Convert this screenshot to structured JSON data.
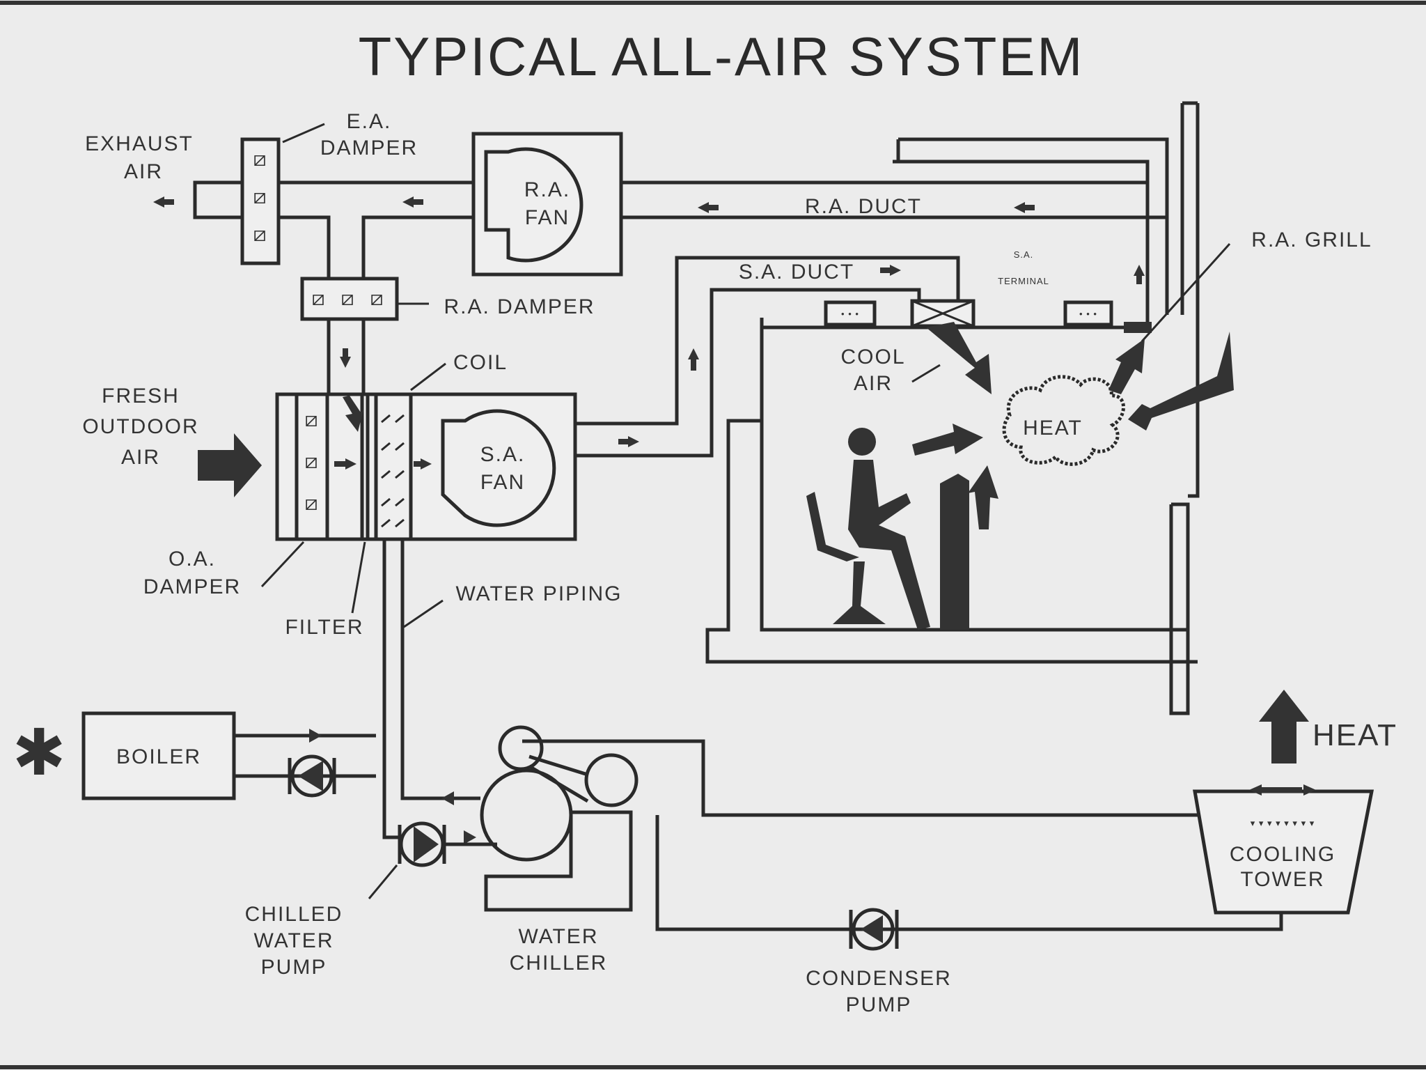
{
  "title": "TYPICAL ALL-AIR SYSTEM",
  "labels": {
    "exhaust_air": [
      "EXHAUST",
      "AIR"
    ],
    "ea_damper": [
      "E.A.",
      "DAMPER"
    ],
    "ra_fan": [
      "R.A.",
      "FAN"
    ],
    "ra_duct": "R.A. DUCT",
    "ra_grill": "R.A. GRILL",
    "sa_duct": "S.A. DUCT",
    "sa_terminal": [
      "S.A.",
      "TERMINAL"
    ],
    "ra_damper": "R.A. DAMPER",
    "coil": "COIL",
    "cool_air": [
      "COOL",
      "AIR"
    ],
    "fresh_outdoor_air": [
      "FRESH",
      "OUTDOOR",
      "AIR"
    ],
    "sa_fan": [
      "S.A.",
      "FAN"
    ],
    "heat_cloud": "HEAT",
    "oa_damper": [
      "O.A.",
      "DAMPER"
    ],
    "filter": "FILTER",
    "water_piping": "WATER PIPING",
    "boiler": "BOILER",
    "chilled_water_pump": [
      "CHILLED",
      "WATER",
      "PUMP"
    ],
    "water_chiller": [
      "WATER",
      "CHILLER"
    ],
    "condenser_pump": [
      "CONDENSER",
      "PUMP"
    ],
    "cooling_tower": [
      "COOLING",
      "TOWER"
    ],
    "heat_out": "HEAT"
  }
}
